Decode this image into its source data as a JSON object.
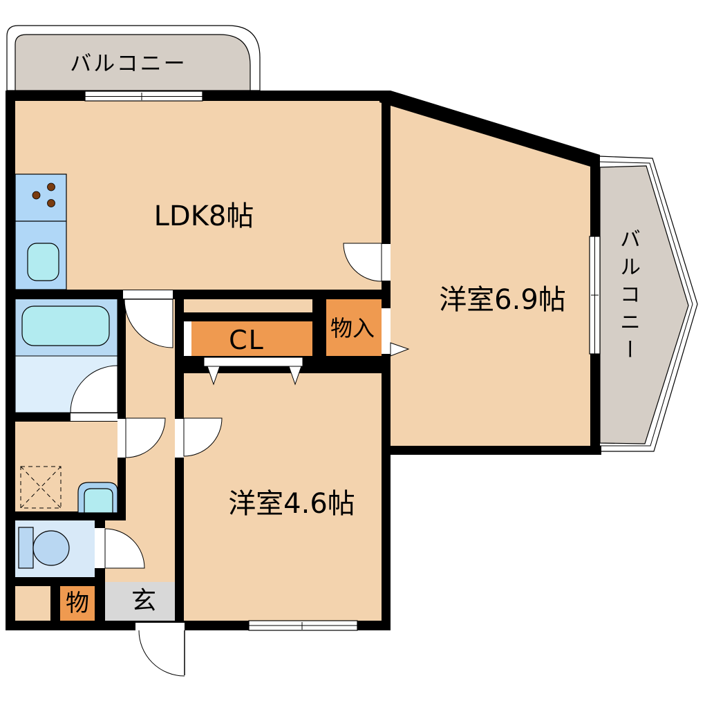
{
  "type": "floor_plan",
  "labels": {
    "balcony_top": "バルコニー",
    "balcony_right": "バルコニー",
    "ldk": "LDK8帖",
    "western_room_69": "洋室6.9帖",
    "western_room_46": "洋室4.6帖",
    "closet": "CL",
    "storage": "物入",
    "storage_small": "物",
    "entrance": "玄"
  },
  "colors": {
    "room": "#f3d3ae",
    "balcony": "#d5cec6",
    "closet_orange": "#ef9a50",
    "entrance_gray": "#d8d8d8",
    "wall": "#000000",
    "fixture_blue": "#b0d7f7",
    "fixture_cyan": "#b2ebf0",
    "bath_upper": "#b7d9f3",
    "bath_lower": "#ddeefb",
    "toilet_room": "#d8e9f8",
    "toilet_fixture": "#b9d7f2",
    "basin_blue": "#a9d2f0",
    "burner_brown": "#7a3c10"
  }
}
